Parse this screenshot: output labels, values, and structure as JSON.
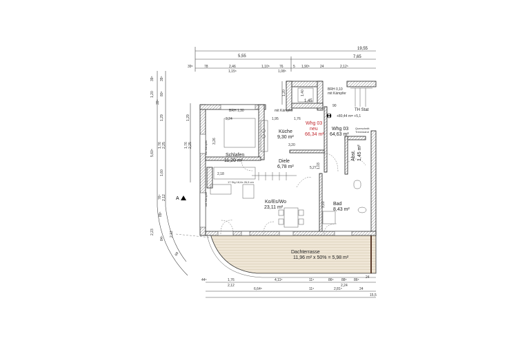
{
  "rooms": {
    "schlafen": {
      "name": "Schlafen",
      "area": "11,20 m²"
    },
    "kueche": {
      "name": "Küche",
      "area": "9,30 m²"
    },
    "whg03_neu": {
      "name": "Whg 03",
      "sub": "neu",
      "area": "66,34 m²"
    },
    "whg03": {
      "name": "Whg 03",
      "area": "64,63 m²"
    },
    "diele": {
      "name": "Diele",
      "area": "6,78 m²"
    },
    "abst": {
      "name": "Abst.",
      "area": "1,45 m²"
    },
    "kowo": {
      "name": "Ko/Es/Wo",
      "area": "23,11 m²"
    },
    "bad": {
      "name": "Bad",
      "area": "8,43 m²"
    },
    "terrasse": {
      "name": "Dachterrasse",
      "area": "11,96 m² x 50% = 5,98 m²"
    }
  },
  "annotations": {
    "brh_130": "BRH 1,30",
    "mit_kaempfer": "mit Kämpfer",
    "brh_010": "BRH 0,10",
    "mit_kaempfer2": "mit Kämpfer",
    "th_stat": "TH Stat",
    "level": "+80,44 m= +5,1",
    "trennwand1": "Querschnitt",
    "trennwand2": "Trennwand",
    "d195": "1,95",
    "d176": "1,76",
    "d324": "3,24",
    "d320": "3,20",
    "d527": "5,27",
    "d103": "1,03",
    "d322": "3,22",
    "d218": "2,18",
    "d145": "1,45",
    "d140": "1,40",
    "d90": "90",
    "d326": "3,26",
    "stair_note": "17 Stg 18,6x 26,9 cm",
    "section_marker": "A",
    "colour_accent": "#c0262b",
    "terrace_fill": "#efe6d6"
  },
  "dims_top": {
    "total": "19,55",
    "row2": [
      "5,55",
      "7,65"
    ],
    "row3": [
      "39⁵",
      "78",
      "2,46",
      "1,10⁵",
      "76",
      "5",
      "1,90⁵",
      "24",
      "2,12⁵"
    ],
    "row3_sub": [
      "1,15⁵",
      "1,08⁵"
    ],
    "side": "1,20"
  },
  "dims_bottom": {
    "row1": [
      "44⁵",
      "1,76",
      "4,11⁵",
      "11⁵",
      "86⁵",
      "88⁵",
      "86⁵",
      "24"
    ],
    "row1_sub": [
      "2,12",
      "2,24"
    ],
    "row2": [
      "6,64⁵",
      "11⁵",
      "2,81⁵",
      "24"
    ],
    "total": "15,5"
  },
  "dims_left": {
    "outer": [
      "39⁵",
      "1,20",
      "5,60⁵",
      "2,23"
    ],
    "middle": [
      "39⁵",
      "80⁵",
      "39⁵",
      "1,29",
      "1,76",
      "2,25",
      "1,60",
      "76⁵",
      "2,12",
      "89⁵",
      "84⁵",
      "2,12",
      "69"
    ],
    "inner": [
      "1,29",
      "1,76",
      "2,25"
    ]
  }
}
